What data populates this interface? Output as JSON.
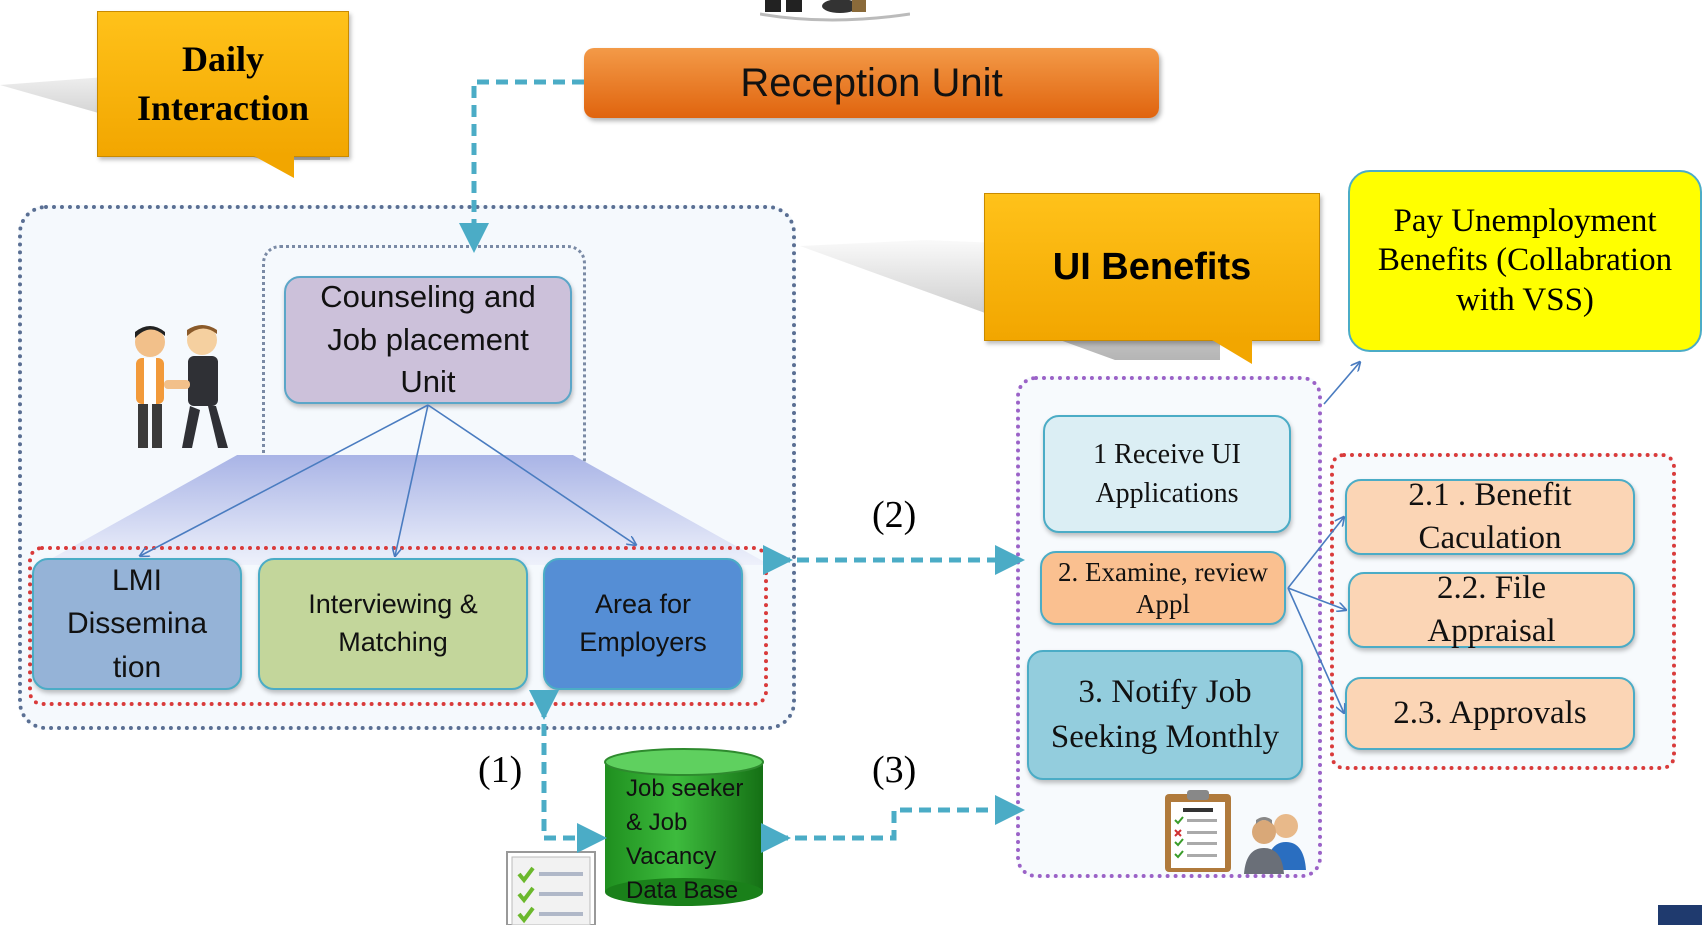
{
  "daily_interaction": {
    "label": "Daily Interaction"
  },
  "reception": {
    "label": "Reception Unit"
  },
  "counseling": {
    "label": "Counseling and Job placement Unit"
  },
  "left_boxes": [
    {
      "label": "LMI Dissemina tion"
    },
    {
      "label": "Interviewing & Matching"
    },
    {
      "label": "Area for Employers"
    }
  ],
  "ui_benefits": {
    "label": "UI Benefits"
  },
  "pay_benefits": {
    "label": "Pay Unemployment Benefits (Collabration with VSS)"
  },
  "ui_steps": [
    {
      "label": "1 Receive UI Applications"
    },
    {
      "label": "2. Examine, review Appl"
    },
    {
      "label": "3. Notify Job Seeking Monthly"
    }
  ],
  "sub_steps": [
    {
      "label": "2.1 . Benefit Caculation"
    },
    {
      "label": "2.2. File Appraisal"
    },
    {
      "label": "2.3. Approvals"
    }
  ],
  "database": {
    "label": "Job seeker & Job Vacancy Data Base"
  },
  "connectors": {
    "c1": "(1)",
    "c2": "(2)",
    "c3": "(3)"
  },
  "colors": {
    "callout": "#ffc000",
    "reception": "#e8761f",
    "counseling": "#ccc1da",
    "lmi": "#95b3d7",
    "interviewing": "#c3d69b",
    "employers": "#558ed5",
    "pay": "#ffff00",
    "receive": "#dbeef4",
    "examine": "#fac090",
    "notify": "#93cddd",
    "substep": "#fbd5b5",
    "database": "#2ea12e",
    "arrow": "#4bacc6"
  }
}
